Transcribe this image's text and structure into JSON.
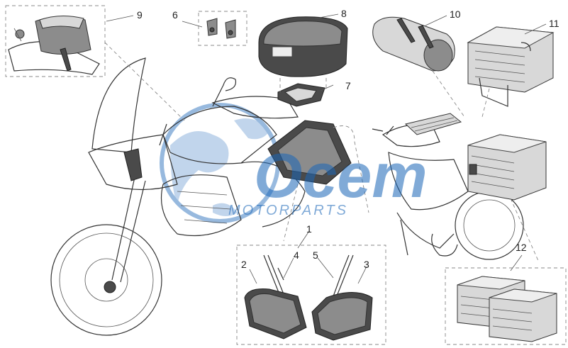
{
  "callouts": {
    "n1": "1",
    "n2": "2",
    "n3": "3",
    "n4": "4",
    "n5": "5",
    "n6": "6",
    "n7": "7",
    "n8": "8",
    "n9": "9",
    "n10": "10",
    "n11": "11",
    "n12": "12"
  },
  "watermark": {
    "brand": "Ocem",
    "tagline": "MOTORPARTS",
    "color": "#1a66b8"
  }
}
